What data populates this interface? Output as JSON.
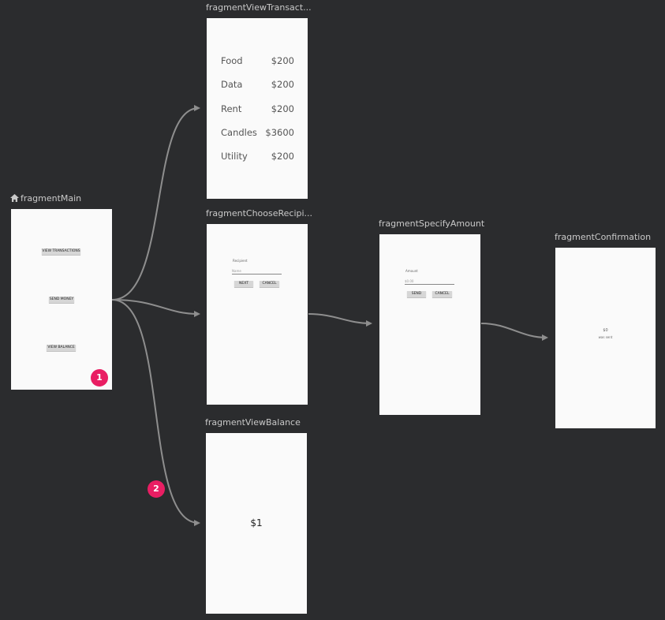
{
  "destinations": {
    "main": {
      "title": "fragmentMain",
      "buttons": [
        "VIEW TRANSACTIONS",
        "SEND MONEY",
        "VIEW BALANCE"
      ]
    },
    "view_transactions": {
      "title": "fragmentViewTransact...",
      "rows": [
        {
          "label": "Food",
          "amount": "$200"
        },
        {
          "label": "Data",
          "amount": "$200"
        },
        {
          "label": "Rent",
          "amount": "$200"
        },
        {
          "label": "Candles",
          "amount": "$3600"
        },
        {
          "label": "Utility",
          "amount": "$200"
        }
      ]
    },
    "choose_recipient": {
      "title": "fragmentChooseRecipi...",
      "label": "Recipient",
      "placeholder": "Name",
      "next": "NEXT",
      "cancel": "CANCEL"
    },
    "view_balance": {
      "title": "fragmentViewBalance",
      "amount": "$1"
    },
    "specify_amount": {
      "title": "fragmentSpecifyAmount",
      "label": "Amount",
      "placeholder": "$0.00",
      "send": "SEND",
      "cancel": "CANCEL"
    },
    "confirmation": {
      "title": "fragmentConfirmation",
      "line1": "$0",
      "line2": "was sent"
    }
  },
  "badges": [
    "1",
    "2"
  ],
  "colors": {
    "canvas": "#2b2c2e",
    "screen": "#fafafa",
    "arrow": "#8e8e8e",
    "badge": "#e91e63"
  }
}
